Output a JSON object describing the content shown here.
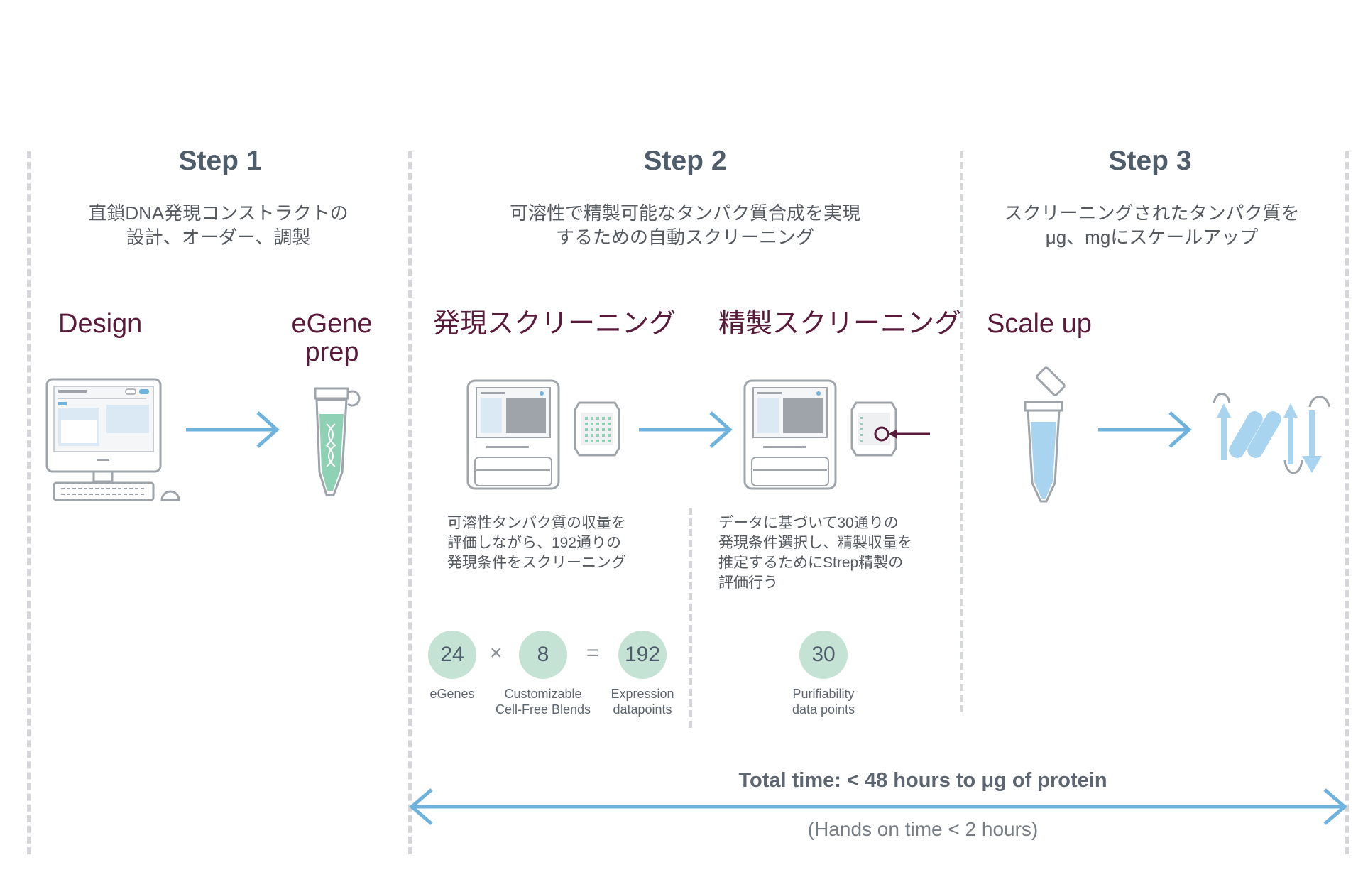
{
  "colors": {
    "title": "#4f5d6a",
    "stage": "#5a1a3a",
    "arrow": "#6db3de",
    "dash": "#d4d6d9",
    "circle": "#c5e3d5"
  },
  "step1": {
    "title": "Step 1",
    "subtitle": "直鎖DNA発現コンストラクトの\n設計、オーダー、調製",
    "stage_a": "Design",
    "stage_b": "eGene\nprep"
  },
  "step2": {
    "title": "Step 2",
    "subtitle": "可溶性で精製可能なタンパク質合成を実現\nするための自動スクリーニング",
    "stage_a": "発現スクリーニング",
    "stage_b": "精製スクリーニング",
    "desc_a": "可溶性タンパク質の収量を\n評価しながら、192通りの\n発現条件をスクリーニング",
    "desc_b": "データに基づいて30通りの\n発現条件選択し、精製収量を\n推定するためにStrep精製の\n評価行う",
    "calc": {
      "a": {
        "value": "24",
        "label": "eGenes"
      },
      "times": "×",
      "b": {
        "value": "8",
        "label": "Customizable\nCell-Free Blends"
      },
      "equals": "=",
      "c": {
        "value": "192",
        "label": "Expression\ndatapoints"
      },
      "d": {
        "value": "30",
        "label": "Purifiability\ndata points"
      }
    }
  },
  "step3": {
    "title": "Step 3",
    "subtitle": "スクリーニングされたタンパク質を\nμg、mgにスケールアップ",
    "stage_a": "Scale up"
  },
  "timeline": {
    "total": "Total time: < 48 hours to μg of protein",
    "hands_on": "(Hands on time < 2 hours)"
  }
}
